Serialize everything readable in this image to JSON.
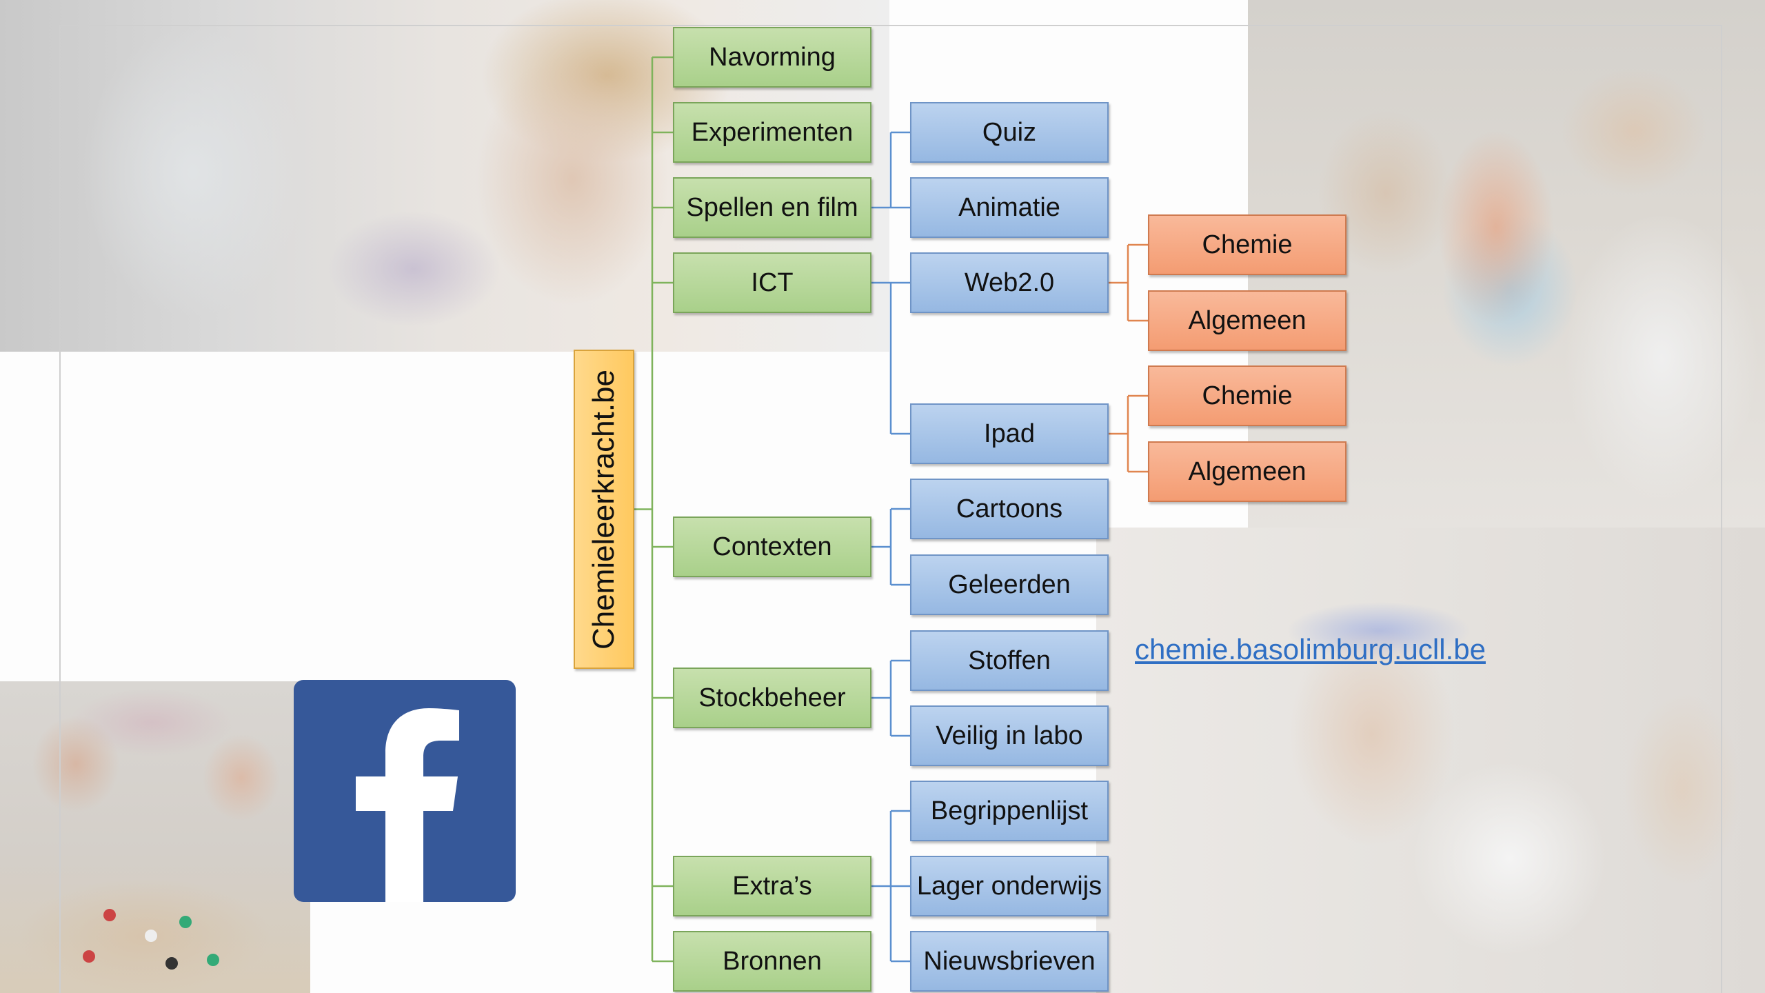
{
  "root": {
    "label": "Chemieleerkracht.be"
  },
  "level1": [
    {
      "id": "navorming",
      "label": "Navorming"
    },
    {
      "id": "experimenten",
      "label": "Experimenten"
    },
    {
      "id": "spellen",
      "label": "Spellen en film"
    },
    {
      "id": "ict",
      "label": "ICT"
    },
    {
      "id": "contexten",
      "label": "Contexten"
    },
    {
      "id": "stockbeheer",
      "label": "Stockbeheer"
    },
    {
      "id": "extras",
      "label": "Extra’s"
    },
    {
      "id": "bronnen",
      "label": "Bronnen"
    }
  ],
  "level2": [
    {
      "id": "quiz",
      "label": "Quiz",
      "parent": "spellen"
    },
    {
      "id": "animatie",
      "label": "Animatie",
      "parent": "spellen"
    },
    {
      "id": "web20",
      "label": "Web2.0",
      "parent": "ict"
    },
    {
      "id": "ipad",
      "label": "Ipad",
      "parent": "ict"
    },
    {
      "id": "cartoons",
      "label": "Cartoons",
      "parent": "contexten"
    },
    {
      "id": "geleerden",
      "label": "Geleerden",
      "parent": "contexten"
    },
    {
      "id": "stoffen",
      "label": "Stoffen",
      "parent": "stockbeheer"
    },
    {
      "id": "veilig",
      "label": "Veilig in labo",
      "parent": "stockbeheer"
    },
    {
      "id": "begrippenlijst",
      "label": "Begrippenlijst",
      "parent": "extras"
    },
    {
      "id": "lager",
      "label": "Lager onderwijs",
      "parent": "extras"
    },
    {
      "id": "nieuwsbrieven",
      "label": "Nieuwsbrieven",
      "parent": "extras"
    }
  ],
  "level3": [
    {
      "id": "web-chemie",
      "label": "Chemie",
      "parent": "web20"
    },
    {
      "id": "web-algemeen",
      "label": "Algemeen",
      "parent": "web20"
    },
    {
      "id": "ipad-chemie",
      "label": "Chemie",
      "parent": "ipad"
    },
    {
      "id": "ipad-algemeen",
      "label": "Algemeen",
      "parent": "ipad"
    }
  ],
  "link": {
    "text": "chemie.basolimburg.ucll.be"
  },
  "colors": {
    "root": "#ffc95f",
    "level1": "#a9d08a",
    "level2": "#96b8e2",
    "level3": "#f49c72",
    "link": "#2f6fc4",
    "facebook": "#365899"
  },
  "icons": {
    "social": "facebook-icon"
  }
}
